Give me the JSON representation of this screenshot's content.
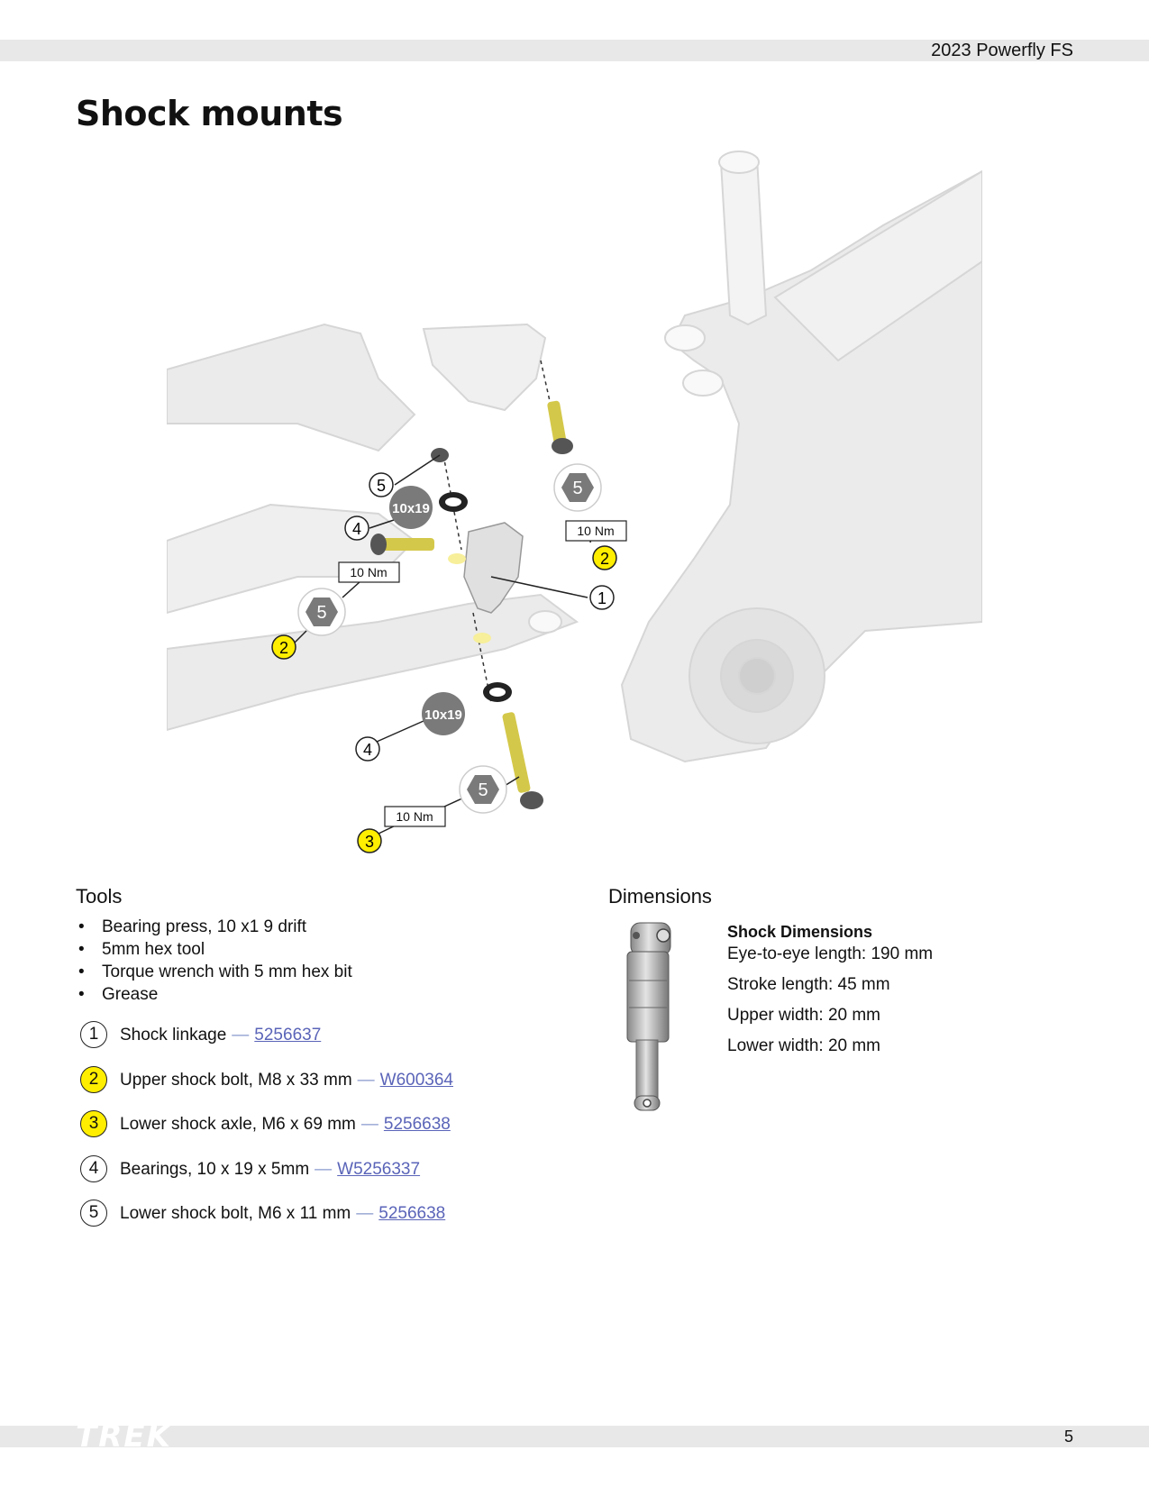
{
  "header": {
    "doc_title": "2023 Powerfly FS"
  },
  "page": {
    "heading": "Shock mounts",
    "number": "5"
  },
  "diagram": {
    "callouts": {
      "part1": "1",
      "part2_upper": "2",
      "part2_left": "2",
      "part3": "3",
      "part4_upper": "4",
      "part4_lower": "4",
      "part5_upper": "5",
      "hex_upper_right": "5",
      "hex_left": "5",
      "hex_lower": "5"
    },
    "bearing_labels": {
      "upper": "10x19",
      "lower": "10x19"
    },
    "torque_labels": {
      "upper_right": "10 Nm",
      "left": "10 Nm",
      "lower": "10 Nm"
    }
  },
  "tools": {
    "heading": "Tools",
    "items": [
      "Bearing press, 10 x1 9 drift",
      "5mm hex tool",
      "Torque wrench with 5 mm hex bit",
      "Grease"
    ]
  },
  "parts": [
    {
      "num": "1",
      "name": "Shock linkage",
      "sep": "—",
      "part_no": "5256637",
      "highlight": false
    },
    {
      "num": "2",
      "name": "Upper shock bolt, M8 x 33 mm",
      "sep": "—",
      "part_no": "W600364",
      "highlight": true
    },
    {
      "num": "3",
      "name": "Lower shock axle, M6 x 69 mm",
      "sep": "—",
      "part_no": "5256638",
      "highlight": true
    },
    {
      "num": "4",
      "name": "Bearings, 10 x 19 x 5mm",
      "sep": "—",
      "part_no": "W5256337",
      "highlight": false
    },
    {
      "num": "5",
      "name": "Lower shock bolt, M6 x 11 mm",
      "sep": "—",
      "part_no": "5256638",
      "highlight": false
    }
  ],
  "dimensions": {
    "heading": "Dimensions",
    "subheading": "Shock Dimensions",
    "lines": [
      "Eye-to-eye length: 190 mm",
      "Stroke length: 45 mm",
      "Upper width: 20 mm",
      "Lower width: 20 mm"
    ]
  },
  "footer": {
    "logo_text": "TREK"
  },
  "colors": {
    "highlight": "#ffee00",
    "link": "#5a64b8",
    "bar": "#e8e8e8",
    "frame": "#e6e6e6",
    "hex": "#7a7a7a",
    "bolt": "#d4c84a"
  }
}
